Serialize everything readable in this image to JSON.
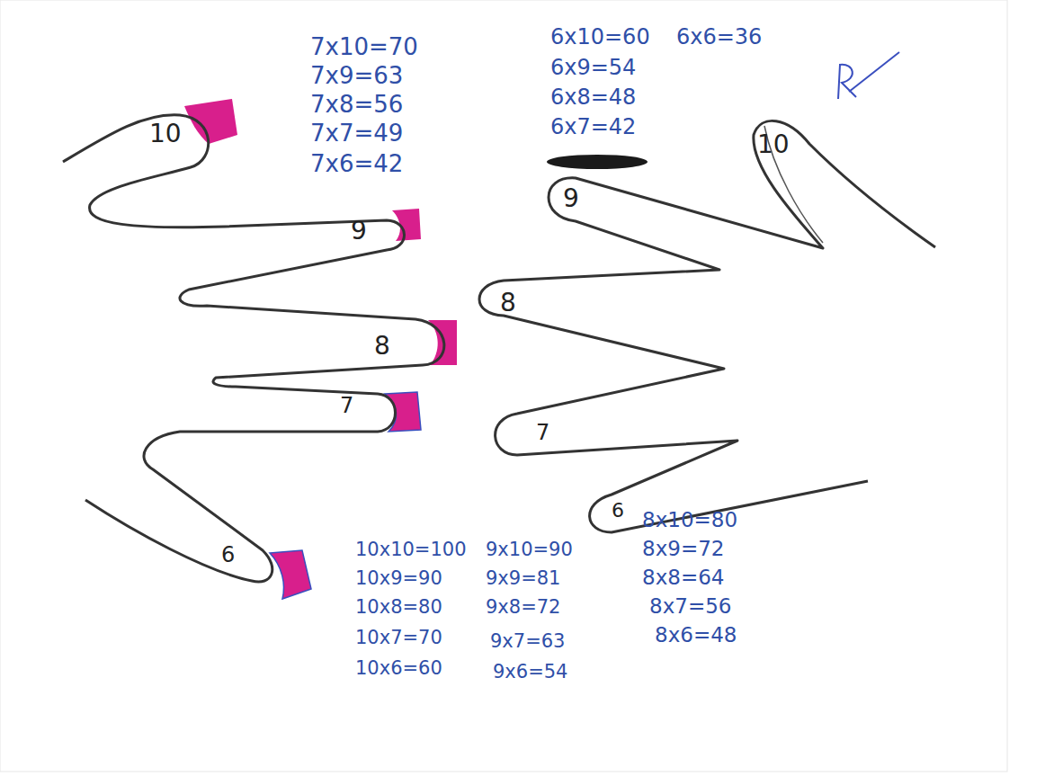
{
  "diagram": {
    "labels": [
      "7x10=70",
      "7x9=63",
      "7x8=56",
      "7x7=49",
      "7x6=42",
      "6x10=60",
      "6x6=36",
      "6x9=54",
      "6x8=48",
      "6x7=42",
      "10",
      "9",
      "8",
      "7",
      "6",
      "10",
      "9",
      "8",
      "7",
      "6",
      "10x10=100",
      "10x9=90",
      "10x8=80",
      "10x7=70",
      "10x6=60",
      "9x10=90",
      "9x9=81",
      "9x8=72",
      "9x7=63",
      "9x6=54",
      "8x10=80",
      "8x9=72",
      "8x8=64",
      "8x7=56",
      "8x6=48"
    ]
  }
}
